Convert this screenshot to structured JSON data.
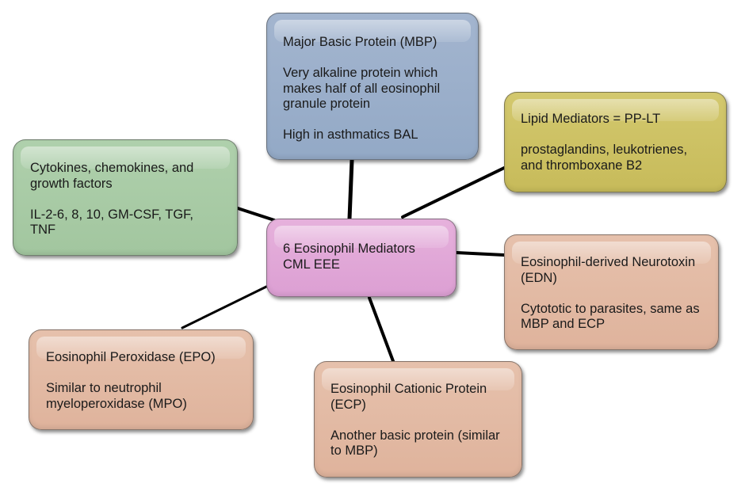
{
  "diagram": {
    "type": "mind-map",
    "center": {
      "id": "center",
      "lines": [
        "6 Eosinophil Mediators",
        "CML EEE"
      ],
      "color": "#dfa3d5"
    },
    "nodes": [
      {
        "id": "mbp",
        "title": "Major Basic Protein (MBP)",
        "body": [
          "Very alkaline protein which makes half of all eosinophil granule protein",
          "High in asthmatics BAL"
        ],
        "color": "#98adc9"
      },
      {
        "id": "lipid",
        "title": "Lipid Mediators = PP-LT",
        "body": [
          "prostaglandins, leukotrienes, and thromboxane B2"
        ],
        "color": "#cbbf60"
      },
      {
        "id": "cyto",
        "title": "Cytokines, chemokines, and growth factors",
        "body": [
          "IL-2-6, 8, 10, GM-CSF, TGF, TNF"
        ],
        "color": "#a7caa4"
      },
      {
        "id": "edn",
        "title": "Eosinophil-derived Neurotoxin (EDN)",
        "body": [
          "Cytototic to parasites, same as MBP and ECP"
        ],
        "color": "#e2b8a2"
      },
      {
        "id": "epo",
        "title": "Eosinophil Peroxidase (EPO)",
        "body": [
          "Similar to neutrophil myeloperoxidase (MPO)"
        ],
        "color": "#e2b8a2"
      },
      {
        "id": "ecp",
        "title": "Eosinophil Cationic Protein (ECP)",
        "body": [
          "Another basic protein (similar to MBP)"
        ],
        "color": "#e2b8a2"
      }
    ],
    "edges": [
      {
        "from": "center",
        "to": "mbp"
      },
      {
        "from": "center",
        "to": "lipid"
      },
      {
        "from": "center",
        "to": "cyto"
      },
      {
        "from": "center",
        "to": "edn"
      },
      {
        "from": "center",
        "to": "epo"
      },
      {
        "from": "center",
        "to": "ecp"
      }
    ]
  }
}
